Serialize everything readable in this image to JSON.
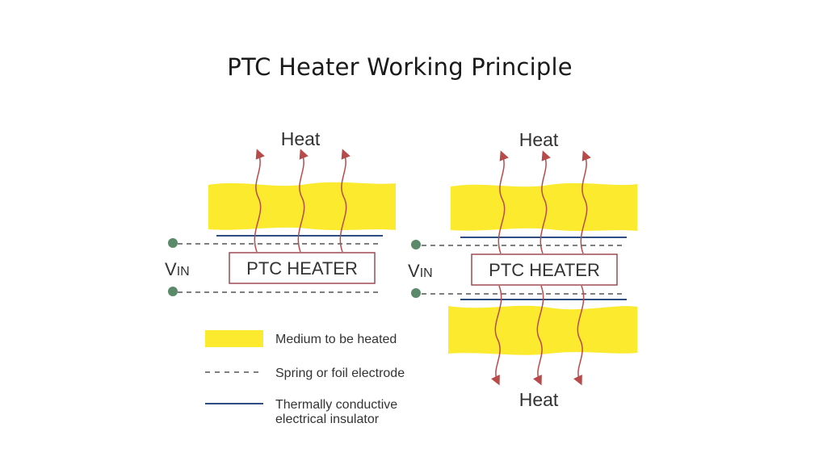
{
  "title": "PTC Heater Working Principle",
  "diagrams": {
    "left": {
      "heat_top": "Heat",
      "vin": "V",
      "vin_sub": "IN",
      "heater": "PTC HEATER"
    },
    "right": {
      "heat_top": "Heat",
      "heat_bottom": "Heat",
      "vin": "V",
      "vin_sub": "IN",
      "heater": "PTC HEATER"
    }
  },
  "legend": {
    "medium": "Medium to be heated",
    "electrode": "Spring or foil electrode",
    "insulator_line1": "Thermally conductive",
    "insulator_line2": "electrical insulator"
  },
  "colors": {
    "medium": "#fbea2e",
    "arrow": "#b84a4a",
    "insulator": "#2e4d83",
    "electrode": "#555555",
    "terminal": "#5b8a6a",
    "heater_border": "#a04a55"
  }
}
